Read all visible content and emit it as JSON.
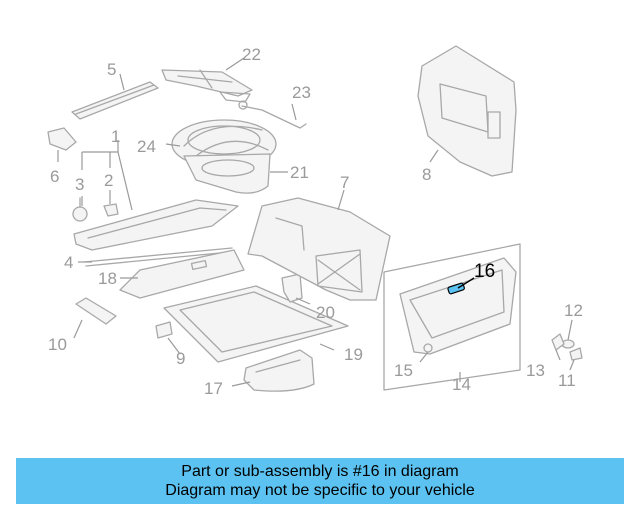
{
  "callouts": {
    "c1": "1",
    "c2": "2",
    "c3": "3",
    "c4": "4",
    "c5": "5",
    "c6": "6",
    "c7": "7",
    "c8": "8",
    "c9": "9",
    "c10": "10",
    "c11": "11",
    "c12": "12",
    "c13": "13",
    "c14": "14",
    "c15": "15",
    "c16": "16",
    "c17": "17",
    "c18": "18",
    "c19": "19",
    "c20": "20",
    "c21": "21",
    "c22": "22",
    "c23": "23",
    "c24": "24"
  },
  "highlighted_part": "16",
  "colors": {
    "banner": "#5bc2f1",
    "diagram_lines": "#a8a8a8",
    "highlight": "#000000",
    "part_blue": "#5bc2f1"
  },
  "banner": {
    "line1": "Part or sub-assembly is #16 in diagram",
    "line2": "Diagram may not be specific to your vehicle"
  }
}
